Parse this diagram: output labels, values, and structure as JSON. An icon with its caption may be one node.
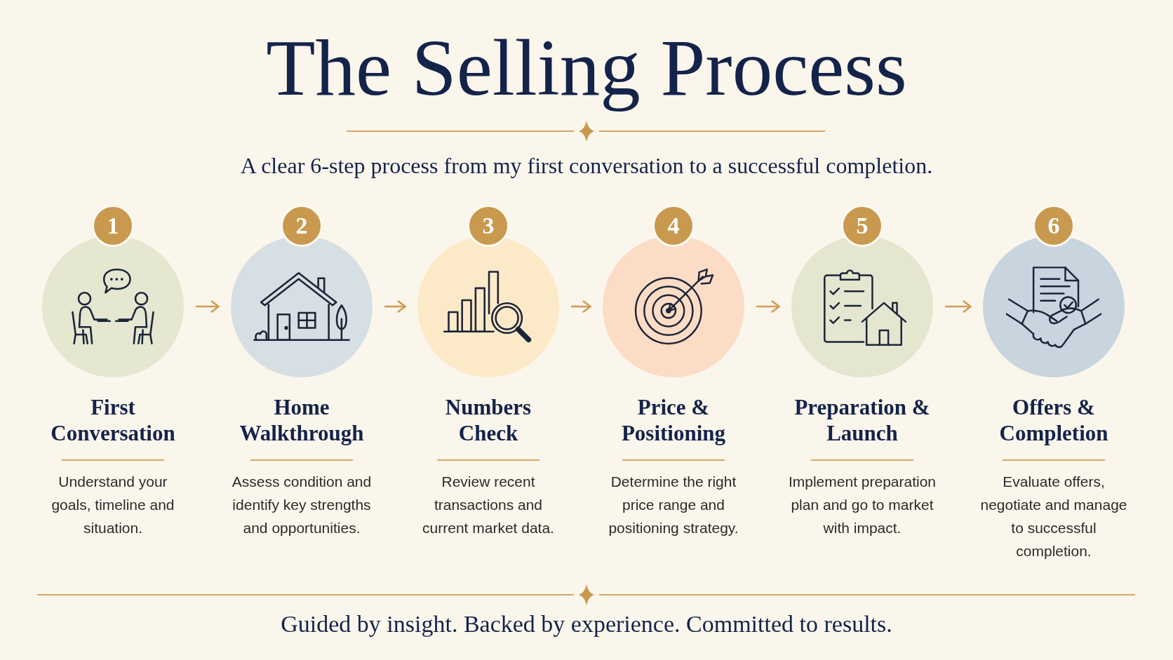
{
  "diagram": {
    "title": "The Selling Process",
    "caption": "Guided by insight. Backed by experience. Committed to results.",
    "nodes": [
      {
        "text": [
          "1"
        ]
      },
      {
        "text": [
          "First Conversation",
          "Understand your goals, timeline and situation."
        ]
      },
      {
        "text": [
          "2"
        ]
      },
      {
        "text": [
          "Home Walkthrough",
          "Assess condition and identify key strengths and opportunities."
        ]
      },
      {
        "text": [
          "3"
        ]
      },
      {
        "text": [
          "Numbers Check",
          "Review recent transactions and current market data."
        ]
      },
      {
        "text": [
          "4"
        ]
      },
      {
        "text": [
          "Price & Positioning",
          "Determine the right price range and positioning strategy."
        ]
      },
      {
        "text": [
          "5"
        ]
      },
      {
        "text": [
          "Preparation & Launch",
          "Implement preparation plan and go to market with impact."
        ]
      },
      {
        "text": [
          "6"
        ]
      },
      {
        "text": [
          "Offers & Completion",
          "Evaluate offers, negotiate and manage to successful completion."
        ]
      }
    ],
    "edges": [
      {
        "from": 1,
        "to": 3,
        "arrow": "to"
      },
      {
        "from": 3,
        "to": 5,
        "arrow": "to"
      },
      {
        "from": 5,
        "to": 7,
        "arrow": "to"
      },
      {
        "from": 7,
        "to": 9,
        "arrow": "to"
      },
      {
        "from": 9,
        "to": 11,
        "arrow": "to"
      }
    ],
    "labels": [
      "A clear 6-step process from my first conversation to a successful completion."
    ]
  }
}
